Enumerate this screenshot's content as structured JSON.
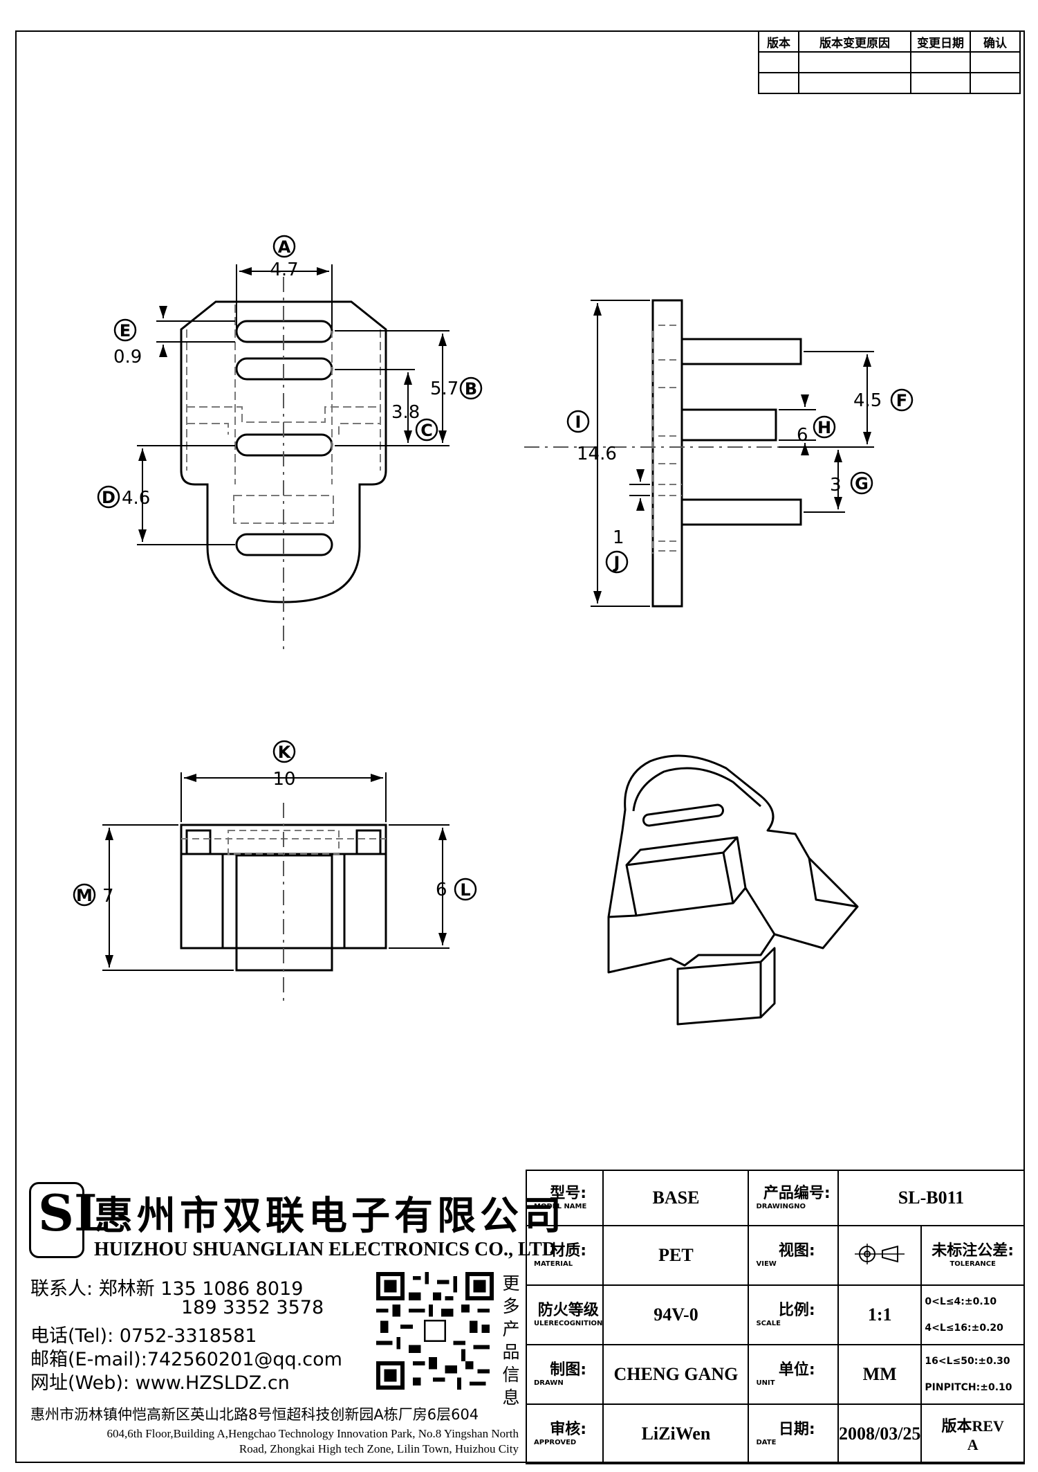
{
  "revision_table": {
    "headers": [
      "版本",
      "版本变更原因",
      "变更日期",
      "确认"
    ]
  },
  "dimensions": {
    "A": {
      "letter": "A",
      "value": "4.7"
    },
    "B": {
      "letter": "B",
      "value": "5.7"
    },
    "C": {
      "letter": "C",
      "value": "3.8"
    },
    "D": {
      "letter": "D",
      "value": "4.6"
    },
    "E": {
      "letter": "E",
      "value": "0.9"
    },
    "F": {
      "letter": "F",
      "value": "4.5"
    },
    "G": {
      "letter": "G",
      "value": "3"
    },
    "H": {
      "letter": "H",
      "value": "6"
    },
    "I": {
      "letter": "I",
      "value": "14.6"
    },
    "J": {
      "letter": "J",
      "value": "1"
    },
    "K": {
      "letter": "K",
      "value": "10"
    },
    "L": {
      "letter": "L",
      "value": "6"
    },
    "M": {
      "letter": "M",
      "value": "7"
    }
  },
  "company": {
    "logo_text": "SL",
    "name_cn": "惠州市双联电子有限公司",
    "name_en": "HUIZHOU SHUANGLIAN ELECTRONICS CO., LTD",
    "contact_line": "联系人: 郑林新  135 1086 8019",
    "contact_phone2": "189 3352 3578",
    "tel_line": "电话(Tel): 0752-3318581",
    "email_line": "邮箱(E-mail):742560201@qq.com",
    "web_line": "网址(Web): www.HZSLDZ.cn",
    "more_info": [
      "更",
      "多",
      "产",
      "品",
      "信",
      "息"
    ],
    "address_cn": "惠州市沥林镇仲恺高新区英山北路8号恒超科技创新园A栋厂房6层604",
    "address_en_1": "604,6th Floor,Building A,Hengchao Technology Innovation Park, No.8 Yingshan North",
    "address_en_2": "Road, Zhongkai High tech Zone, Lilin Town, Huizhou City"
  },
  "title_block": {
    "model_label": "型号:",
    "model_label_en": "MODEL NAME",
    "model_value": "BASE",
    "drawing_label": "产品编号:",
    "drawing_label_en": "DRAWINGNO",
    "drawing_value": "SL-B011",
    "material_label": "材质:",
    "material_label_en": "MATERIAL",
    "material_value": "PET",
    "view_label": "视图:",
    "view_label_en": "VIEW",
    "tolerance_label": "未标注公差:",
    "tolerance_label_en": "TOLERANCE",
    "fire_label": "防火等级",
    "fire_label_en": "ULERECOGNITION",
    "fire_value": "94V-0",
    "scale_label": "比例:",
    "scale_label_en": "SCALE",
    "scale_value": "1:1",
    "tol1": "0<L≤4:±0.10",
    "tol2": "4<L≤16:±0.20",
    "tol3": "16<L≤50:±0.30",
    "tol4": "PINPITCH:±0.10",
    "drawn_label": "制图:",
    "drawn_label_en": "DRAWN",
    "drawn_value": "CHENG GANG",
    "unit_label": "单位:",
    "unit_label_en": "UNIT",
    "unit_value": "MM",
    "approved_label": "审核:",
    "approved_label_en": "APPROVED",
    "approved_value": "LiZiWen",
    "date_label": "日期:",
    "date_label_en": "DATE",
    "date_value": "2008/03/25",
    "rev_label": "版本REV",
    "rev_value": "A"
  }
}
